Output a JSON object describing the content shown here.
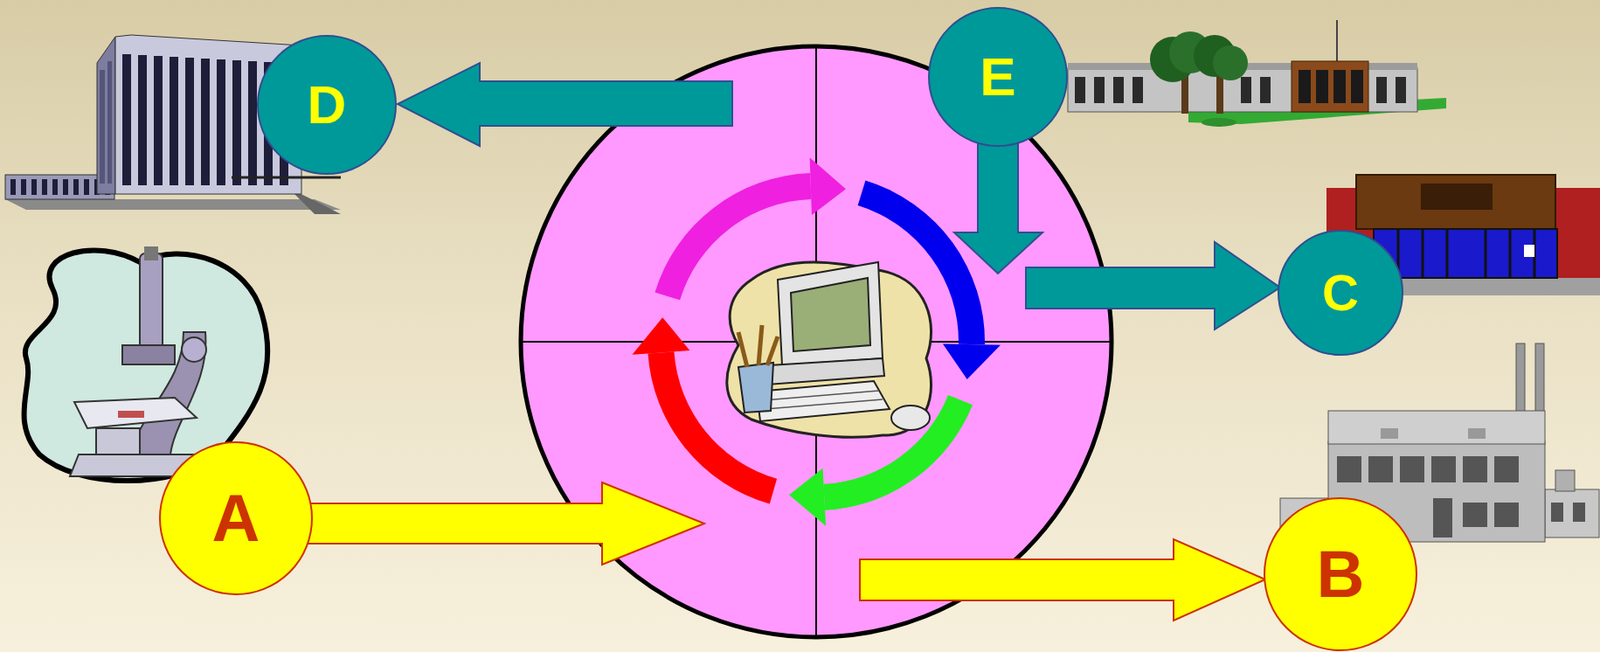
{
  "diagram": {
    "nodes": [
      {
        "text": [
          "D"
        ]
      },
      {
        "text": [
          "E"
        ]
      },
      {
        "text": [
          "C"
        ]
      },
      {
        "text": [
          "A"
        ]
      },
      {
        "text": [
          "B"
        ]
      }
    ]
  }
}
